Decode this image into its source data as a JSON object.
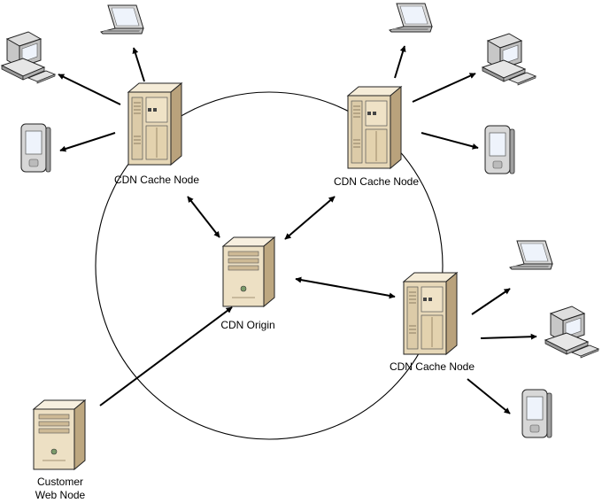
{
  "colors": {
    "server_light": "#f0e4cc",
    "server_mid": "#dccba8",
    "server_dark": "#b9a27c",
    "outline": "#222222",
    "device_gray": "#d8d8d8",
    "device_dark": "#9a9a9a",
    "screen_blue": "#eef3fb",
    "line": "#000000"
  },
  "labels": {
    "cache_node_tl": "CDN Cache Node",
    "cache_node_tr": "CDN Cache Node",
    "cache_node_r": "CDN Cache Node",
    "origin": "CDN Origin",
    "customer_line1": "Customer",
    "customer_line2": "Web Node"
  },
  "icons": {
    "cache_server": "rack-server-icon",
    "origin_server": "tower-server-icon",
    "customer_server": "tower-server-icon",
    "laptop": "laptop-icon",
    "desktop": "desktop-computer-icon",
    "pda": "handheld-device-icon"
  }
}
